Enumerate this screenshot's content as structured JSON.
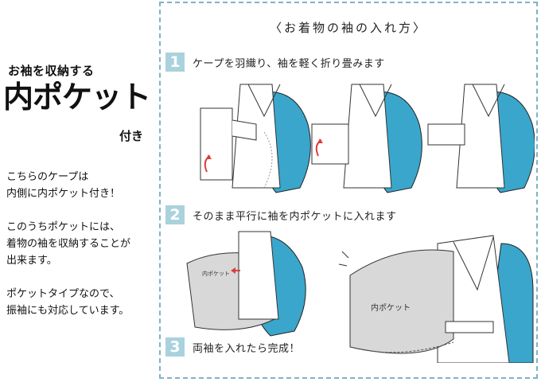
{
  "left": {
    "lead": "お袖を収納する",
    "title": "内ポケット",
    "suffix": "付き",
    "paragraphs": [
      [
        "こちらのケープは",
        "内側に内ポケット付き！"
      ],
      [
        "このうちポケットには、",
        "着物の袖を収納することが",
        "出来ます。"
      ],
      [
        "ポケットタイプなので、",
        "振袖にも対応しています。"
      ]
    ]
  },
  "panel": {
    "heading": "〈お着物の袖の入れ方〉",
    "steps": [
      {
        "number": "1",
        "text": "ケープを羽織り、袖を軽く折り畳みます"
      },
      {
        "number": "2",
        "text": "そのまま平行に袖を内ポケットに入れます"
      },
      {
        "number": "3",
        "text": "両袖を入れたら完成！"
      }
    ],
    "pocket_label_small": "内ポケット",
    "pocket_label_large": "内ポケット"
  },
  "colors": {
    "cape_blue": "#3aa6cc",
    "step_badge": "#a9d2dd",
    "border": "#7fb3c4",
    "arrow_red": "#d9403a",
    "pocket_gray": "#d8d8d8"
  }
}
